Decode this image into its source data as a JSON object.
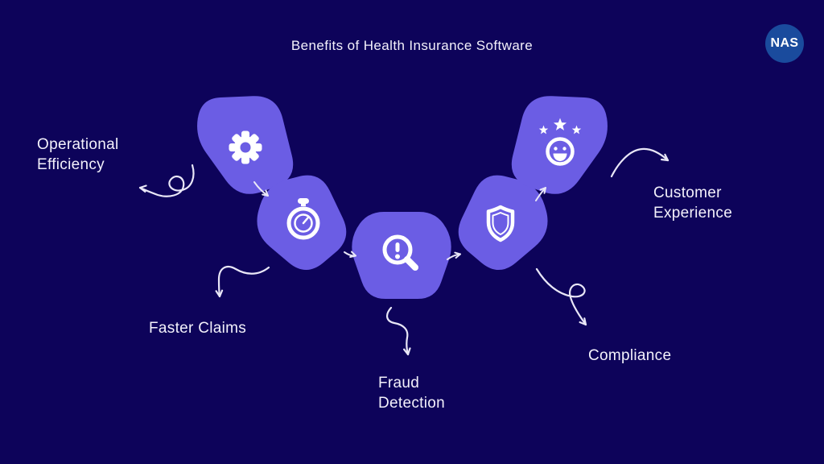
{
  "title": "Benefits of Health Insurance Software",
  "logo": {
    "text": "NAS"
  },
  "colors": {
    "background": "#0d035a",
    "node": "#6b5de4",
    "text": "#f3f1fb",
    "icon": "#ffffff",
    "arrow": "#e9e7f7",
    "logo": "#1a4b9d"
  },
  "benefits": [
    {
      "id": "operational-efficiency",
      "label": "Operational\nEfficiency",
      "icon": "gear-icon"
    },
    {
      "id": "faster-claims",
      "label": "Faster Claims",
      "icon": "stopwatch-icon"
    },
    {
      "id": "fraud-detection",
      "label": "Fraud\nDetection",
      "icon": "magnifier-alert-icon"
    },
    {
      "id": "compliance",
      "label": "Compliance",
      "icon": "shield-icon"
    },
    {
      "id": "customer-experience",
      "label": "Customer\nExperience",
      "icon": "smiley-stars-icon"
    }
  ]
}
